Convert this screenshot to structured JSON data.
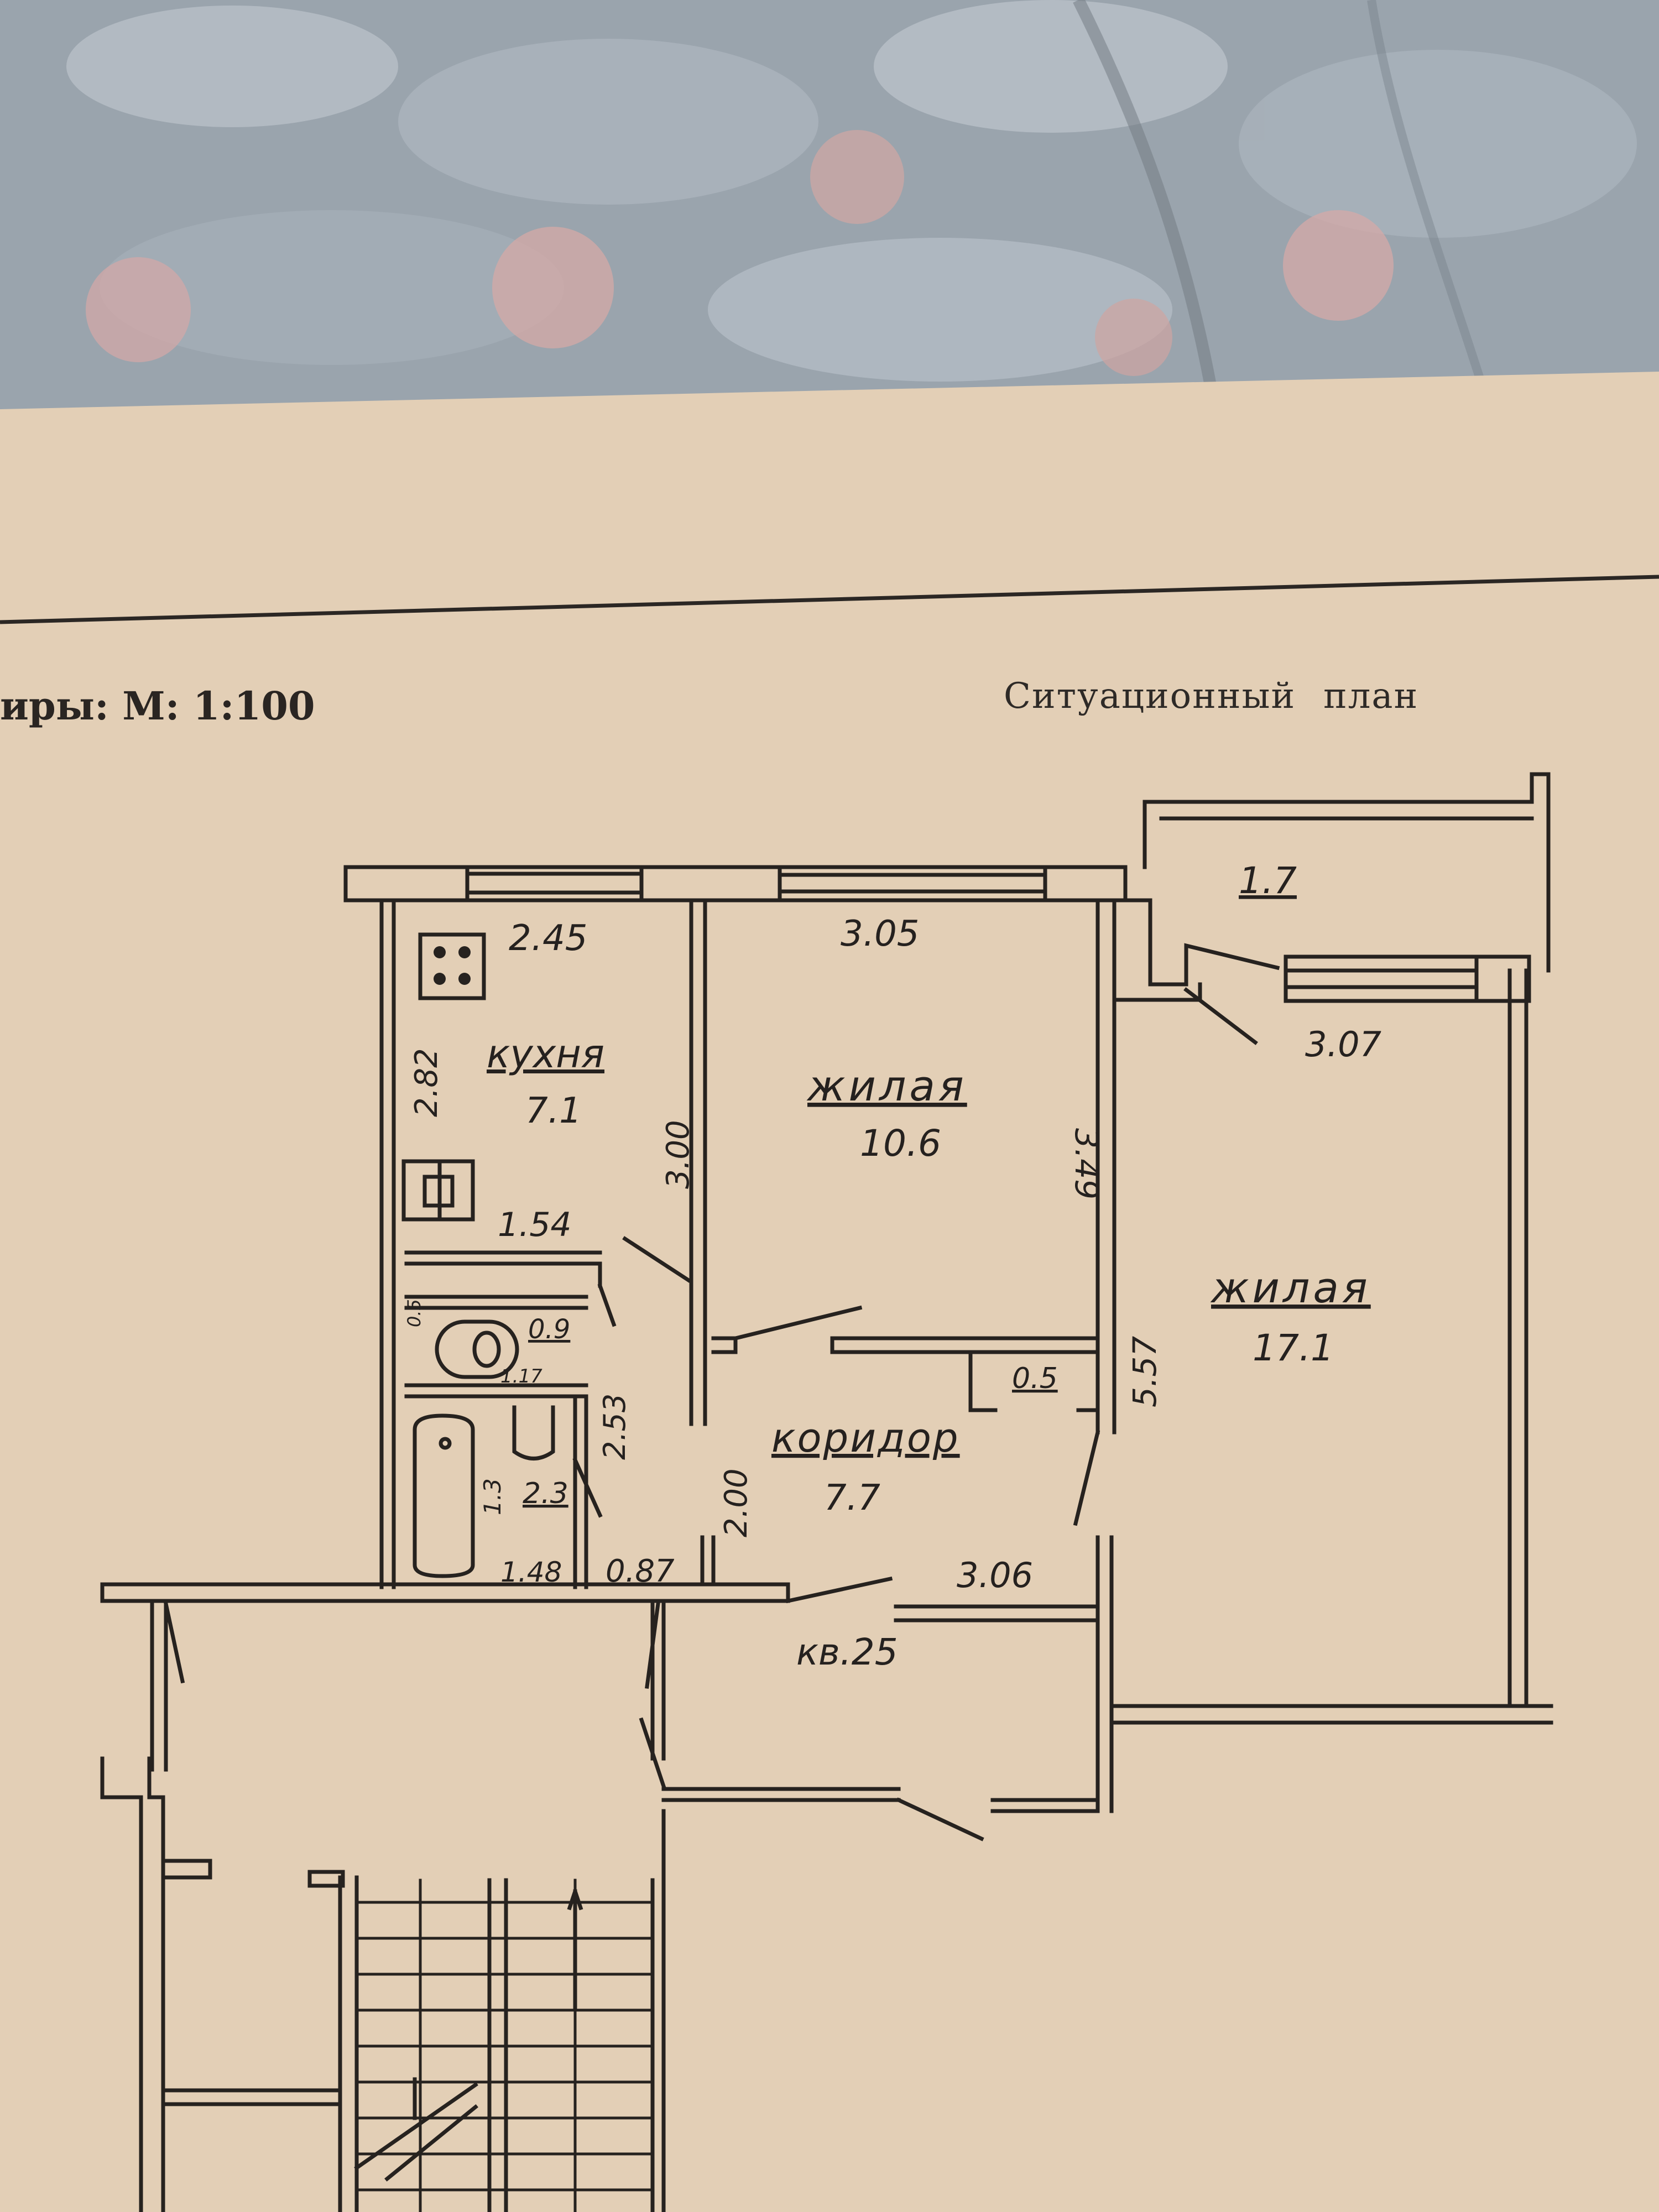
{
  "header": {
    "scale_label": "иры: М: 1:100",
    "plan_title_1": "Ситуационный",
    "plan_title_2": "план"
  },
  "rooms": {
    "kitchen_name": "кухня",
    "kitchen_area": "7.1",
    "living_small_name": "жилая",
    "living_small_area": "10.6",
    "living_large_name": "жилая",
    "living_large_area": "17.1",
    "corridor_name": "коридор",
    "corridor_area": "7.7",
    "balcony_area": "1.7",
    "wc_area": "0.9",
    "bath_area": "2.3",
    "closet_area": "0.5"
  },
  "dimensions": {
    "kitchen_width": "2.45",
    "kitchen_length": "2.82",
    "kitchen_wall": "3.00",
    "room_width": "3.05",
    "room_depth": "3.49",
    "balcony_width": "3.07",
    "large_room_depth": "5.57",
    "hall_width": "1.54",
    "bath_depth": "2.53",
    "wc_width": "1.17",
    "wc_depth": "0.5",
    "bath_side": "1.3",
    "bath_width": "1.48",
    "corridor_seg": "0.87",
    "corridor_len": "2.00",
    "entry_width": "3.06"
  },
  "apartment_number": "кв.25",
  "colors": {
    "paper": "#e3cfb6",
    "ink": "#25211f",
    "fabric": "#9aa4ad"
  }
}
